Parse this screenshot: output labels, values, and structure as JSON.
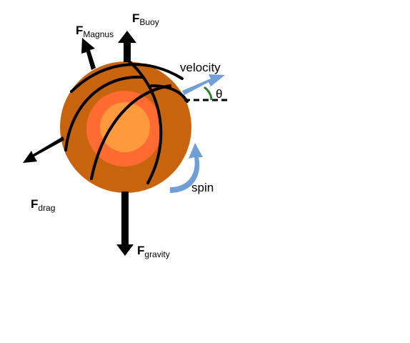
{
  "labels": {
    "f_buoy": {
      "main": "F",
      "sub": "Buoy"
    },
    "f_magnus": {
      "main": "F",
      "sub": "Magnus"
    },
    "f_drag": {
      "main": "F",
      "sub": "drag"
    },
    "f_gravity": {
      "main": "F",
      "sub": "gravity"
    },
    "velocity": "velocity",
    "theta": "θ",
    "spin": "spin"
  },
  "colors": {
    "ball_outer": "#c8640e",
    "ball_mid": "#ff6b33",
    "ball_inner": "#ff9a3c",
    "seam": "#000000",
    "force_arrow": "#000000",
    "velocity_arrow": "#6f9fd6",
    "spin_arrow": "#6f9fd6",
    "angle_arc": "#2e7d32"
  },
  "icons": {
    "force": "arrow-icon",
    "velocity": "arrow-icon",
    "spin": "curved-arrow-icon"
  }
}
